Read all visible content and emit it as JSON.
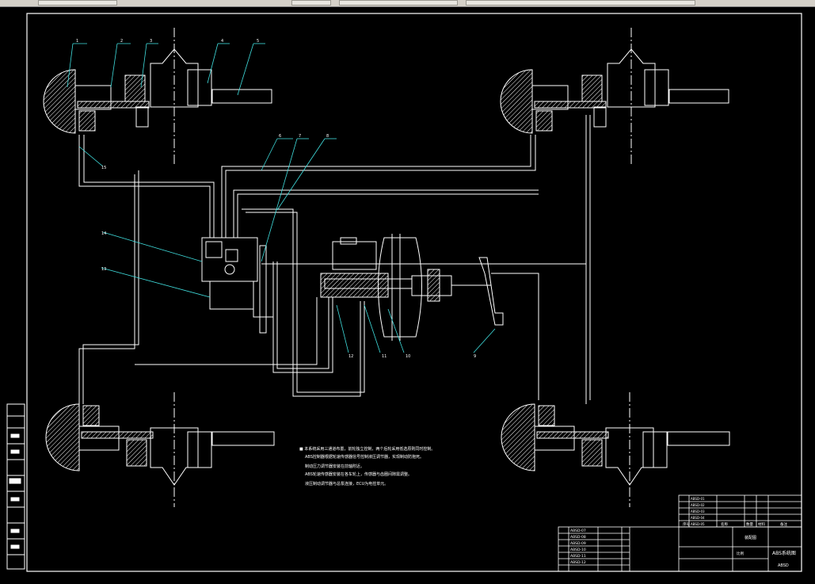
{
  "toolbar": {
    "items": [
      "",
      "",
      "",
      ""
    ]
  },
  "drawing": {
    "part_callouts": [
      "1",
      "2",
      "3",
      "4",
      "5",
      "6",
      "7",
      "8",
      "9",
      "10",
      "11",
      "12",
      "13",
      "14",
      "15"
    ],
    "notes_lines": [
      "■  本系统采用三通道布置，前轮独立控制，两个后轮采用低选原则同时控制。",
      "ABS控制器根据轮速传感器信号控制液压调节器，实现制动防抱死。",
      "制动压力调节器安装在前轴附近。",
      "ABS轮速传感器安装在各车轮上，传感器与齿圈间隙需调整。",
      "液压制动调节器与总泵连接，ECU为电控单元。"
    ],
    "title_block": {
      "title": "ABS系统图",
      "drawing_no": "ABSD",
      "scale_label": "比例",
      "qty_label": "数量",
      "material_label": "材料",
      "remarks_label": "备注",
      "name_label": "名称",
      "no_label": "序号",
      "assembly": "装配图"
    },
    "parts_list": [
      "ABSD-01",
      "ABSD-02",
      "ABSD-03",
      "ABSD-04",
      "ABSD-05"
    ],
    "revision_rows": [
      "ABSD-07",
      "ABSD-08",
      "ABSD-09",
      "ABSD-10",
      "ABSD-11",
      "ABSD-12"
    ]
  },
  "colors": {
    "background": "#000000",
    "line": "#ffffff",
    "leader": "#40e0e0",
    "frame": "#ffffff"
  }
}
